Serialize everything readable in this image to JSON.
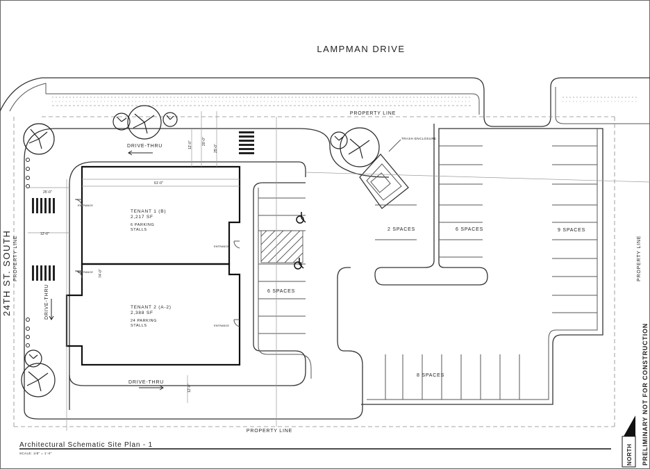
{
  "streets": {
    "north": "LAMPMAN DRIVE",
    "west": "24TH ST. SOUTH"
  },
  "property_lines": {
    "north": "PROPERTY LINE",
    "south": "PROPERTY LINE",
    "west": "PROPERTY LINE",
    "east": "PROPERTY LINE"
  },
  "drive_thru": {
    "north": "DRIVE-THRU",
    "west": "DRIVE-THRU",
    "south": "DRIVE-THRU"
  },
  "tenants": [
    {
      "name": "TENANT 1 (B)",
      "area": "2,217 SF",
      "parking": "6 PARKING",
      "stalls": "STALLS"
    },
    {
      "name": "TENANT 2 (A-2)",
      "area": "2,388 SF",
      "parking": "24 PARKING",
      "stalls": "STALLS"
    }
  ],
  "entrances": [
    "ENTRANCE",
    "ENTRANCE",
    "ENTRANCE",
    "ENTRANCE"
  ],
  "trash_enclosure": "TRASH ENCLOSURE",
  "parking_labels": [
    "2 SPACES",
    "6 SPACES",
    "9 SPACES",
    "6 SPACES",
    "8 SPACES"
  ],
  "dimensions": [
    "61'-0\"",
    "25'-0\"",
    "12'-0\"",
    "12'-0\"",
    "20'-0\"",
    "25'-0\"",
    "74'-0\"",
    "12'-0\""
  ],
  "title_block": {
    "title": "Architectural Schematic Site Plan - 1",
    "scale": "SCALE:   1/8\" = 1'-0\"",
    "north": "NORTH",
    "disclaimer": "PRELIMINARY NOT FOR CONSTRUCTION"
  }
}
